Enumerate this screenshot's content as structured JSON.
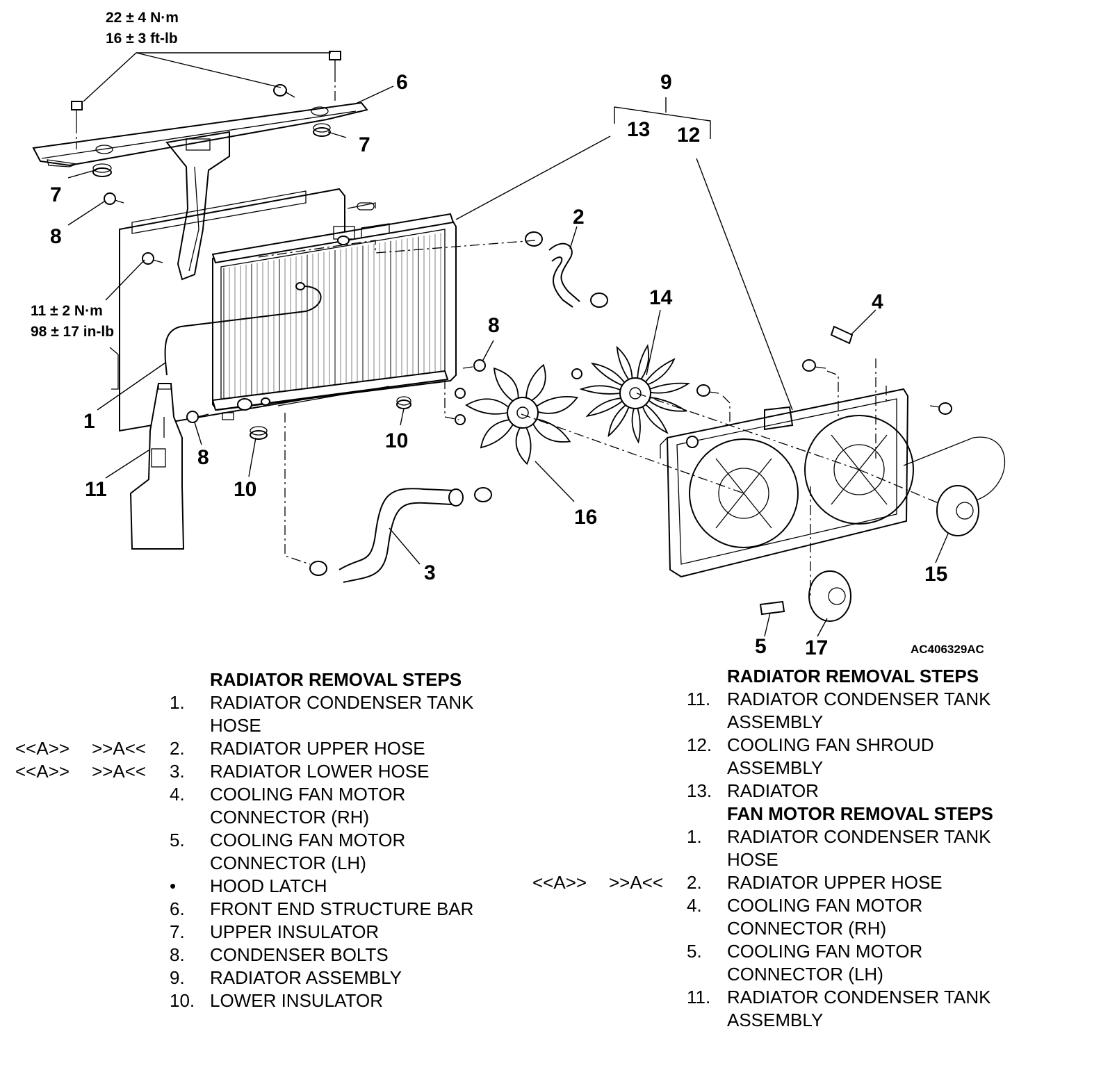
{
  "diagram": {
    "figure_id": "AC406329AC",
    "torque_top": [
      "22 ± 4 N·m",
      "16 ± 3 ft-lb"
    ],
    "torque_mid": [
      "11 ± 2 N·m",
      "98 ± 17 in-lb"
    ],
    "callouts": {
      "c1": "1",
      "c2": "2",
      "c3": "3",
      "c4": "4",
      "c5": "5",
      "c6": "6",
      "c7a": "7",
      "c7b": "7",
      "c8a": "8",
      "c8b": "8",
      "c8c": "8",
      "c9": "9",
      "c10a": "10",
      "c10b": "10",
      "c11": "11",
      "c12": "12",
      "c13": "13",
      "c14": "14",
      "c15": "15",
      "c16": "16",
      "c17": "17"
    }
  },
  "left_list": {
    "heading": "RADIATOR REMOVAL STEPS",
    "items": [
      {
        "ref1": "",
        "ref2": "",
        "num": "1.",
        "text": "RADIATOR CONDENSER TANK"
      },
      {
        "ref1": "",
        "ref2": "",
        "num": "",
        "text": "HOSE"
      },
      {
        "ref1": "<<A>>",
        "ref2": ">>A<<",
        "num": "2.",
        "text": "RADIATOR UPPER HOSE"
      },
      {
        "ref1": "<<A>>",
        "ref2": ">>A<<",
        "num": "3.",
        "text": "RADIATOR LOWER HOSE"
      },
      {
        "ref1": "",
        "ref2": "",
        "num": "4.",
        "text": "COOLING FAN MOTOR"
      },
      {
        "ref1": "",
        "ref2": "",
        "num": "",
        "text": "CONNECTOR (RH)"
      },
      {
        "ref1": "",
        "ref2": "",
        "num": "5.",
        "text": "COOLING FAN MOTOR"
      },
      {
        "ref1": "",
        "ref2": "",
        "num": "",
        "text": "CONNECTOR (LH)"
      },
      {
        "ref1": "",
        "ref2": "",
        "num": "•",
        "text": "HOOD LATCH"
      },
      {
        "ref1": "",
        "ref2": "",
        "num": "6.",
        "text": "FRONT END STRUCTURE BAR"
      },
      {
        "ref1": "",
        "ref2": "",
        "num": "7.",
        "text": "UPPER INSULATOR"
      },
      {
        "ref1": "",
        "ref2": "",
        "num": "8.",
        "text": "CONDENSER BOLTS"
      },
      {
        "ref1": "",
        "ref2": "",
        "num": "9.",
        "text": "RADIATOR ASSEMBLY"
      },
      {
        "ref1": "",
        "ref2": "",
        "num": "10.",
        "text": "LOWER INSULATOR"
      }
    ]
  },
  "right_list": {
    "heading": "RADIATOR REMOVAL STEPS",
    "items": [
      {
        "ref1": "",
        "ref2": "",
        "num": "11.",
        "text": "RADIATOR CONDENSER TANK"
      },
      {
        "ref1": "",
        "ref2": "",
        "num": "",
        "text": "ASSEMBLY"
      },
      {
        "ref1": "",
        "ref2": "",
        "num": "12.",
        "text": "COOLING FAN SHROUD"
      },
      {
        "ref1": "",
        "ref2": "",
        "num": "",
        "text": "ASSEMBLY"
      },
      {
        "ref1": "",
        "ref2": "",
        "num": "13.",
        "text": "RADIATOR"
      }
    ],
    "heading2": "FAN MOTOR REMOVAL STEPS",
    "items2": [
      {
        "ref1": "",
        "ref2": "",
        "num": "1.",
        "text": "RADIATOR CONDENSER TANK"
      },
      {
        "ref1": "",
        "ref2": "",
        "num": "",
        "text": "HOSE"
      },
      {
        "ref1": "<<A>>",
        "ref2": ">>A<<",
        "num": "2.",
        "text": "RADIATOR UPPER HOSE"
      },
      {
        "ref1": "",
        "ref2": "",
        "num": "4.",
        "text": "COOLING FAN MOTOR"
      },
      {
        "ref1": "",
        "ref2": "",
        "num": "",
        "text": "CONNECTOR (RH)"
      },
      {
        "ref1": "",
        "ref2": "",
        "num": "5.",
        "text": "COOLING FAN MOTOR"
      },
      {
        "ref1": "",
        "ref2": "",
        "num": "",
        "text": "CONNECTOR (LH)"
      },
      {
        "ref1": "",
        "ref2": "",
        "num": "11.",
        "text": "RADIATOR CONDENSER TANK"
      },
      {
        "ref1": "",
        "ref2": "",
        "num": "",
        "text": "ASSEMBLY"
      }
    ]
  }
}
